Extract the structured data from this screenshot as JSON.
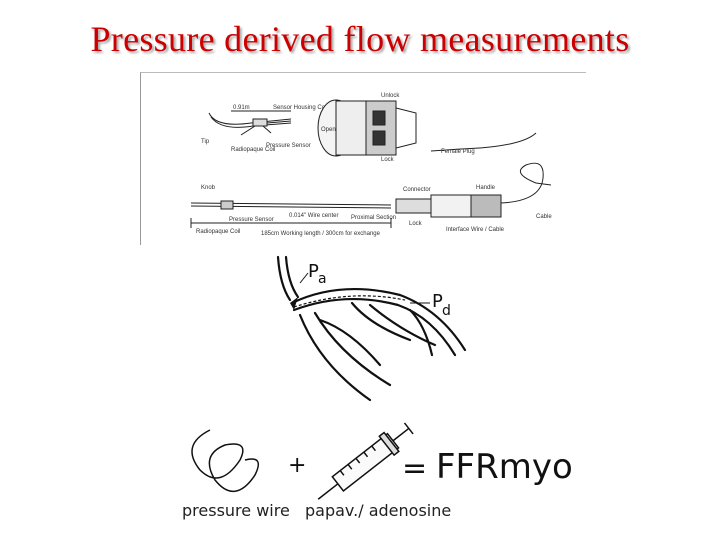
{
  "title": "Pressure derived flow measurements",
  "device_labels": {
    "top_left": "0.91m",
    "sensor_housing": "Sensor Housing Covering",
    "tip": "Tip",
    "radiopaque": "Radiopaque Coil",
    "pressure_sensor": "Pressure Sensor",
    "unlock": "Unlock",
    "open": "Open",
    "lock": "Lock",
    "male_plug": "Female Plug",
    "knob": "Knob",
    "connector": "Connector",
    "lock2": "Lock",
    "wire_label": "0.014\" Wire center",
    "pressure_sensor2": "Pressure Sensor",
    "radiopaque2": "Radiopaque Coil",
    "shaft": "Proximal Section",
    "handle": "Handle",
    "cable": "Cable",
    "interface": "Interface Wire / Cable",
    "length_note": "185cm Working length / 300cm for exchange"
  },
  "artery_labels": {
    "pa_main": "P",
    "pa_sub": "a",
    "pd_main": "P",
    "pd_sub": "d"
  },
  "equation": {
    "plus": "+",
    "equals": "=",
    "result": "FFRmyo",
    "wire_caption": "pressure wire",
    "drug_caption": "papav./ adenosine"
  }
}
